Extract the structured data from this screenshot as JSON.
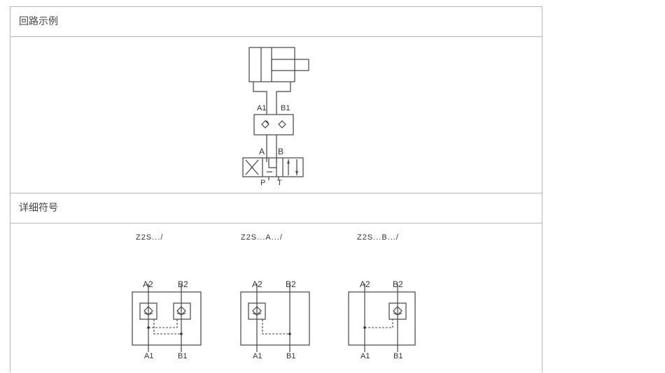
{
  "sections": {
    "circuit_example": {
      "title": "回路示例"
    },
    "detailed_symbols": {
      "title": "详细符号"
    }
  },
  "circuit": {
    "port_labels": {
      "a1": "A1",
      "b1": "B1",
      "a": "A",
      "b": "B",
      "p": "P",
      "t": "T"
    },
    "components": [
      "hydraulic-cylinder",
      "dual-pilot-check-valve",
      "4-3-directional-valve"
    ]
  },
  "symbols": [
    {
      "model": "Z2S.../",
      "ports": {
        "a2": "A2",
        "b2": "B2",
        "a1": "A1",
        "b1": "B1"
      },
      "checks": "A,B"
    },
    {
      "model": "Z2S...A.../",
      "ports": {
        "a2": "A2",
        "b2": "B2",
        "a1": "A1",
        "b1": "B1"
      },
      "checks": "A"
    },
    {
      "model": "Z2S...B.../",
      "ports": {
        "a2": "A2",
        "b2": "B2",
        "a1": "A1",
        "b1": "B1"
      },
      "checks": "B"
    }
  ],
  "colors": {
    "border": "#b8b8b8",
    "line": "#444444",
    "text": "#333333"
  }
}
